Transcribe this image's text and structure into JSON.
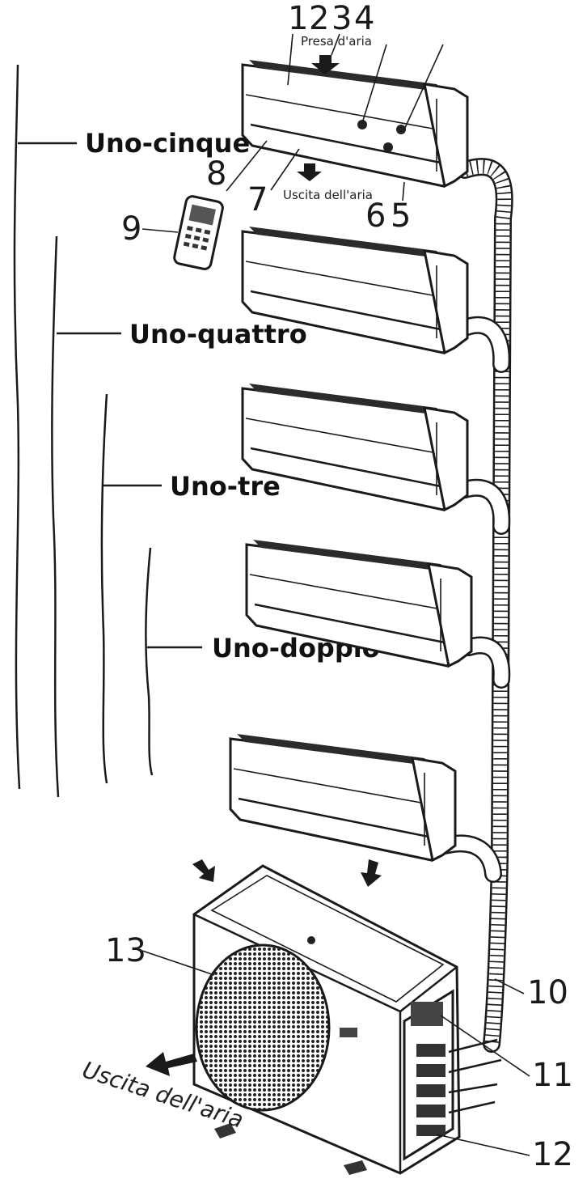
{
  "labels": {
    "n1": "1",
    "n2": "2",
    "n3": "3",
    "n4": "4",
    "n5": "5",
    "n6": "6",
    "n7": "7",
    "n8": "8",
    "n9": "9",
    "n10": "10",
    "n11": "11",
    "n12": "12",
    "n13": "13"
  },
  "annotations": {
    "air_intake": "Presa d'aria",
    "air_outlet_indoor": "Uscita dell'aria",
    "air_outlet_outdoor": "Uscita dell'aria"
  },
  "configurations": [
    "Uno-cinque",
    "Uno-quattro",
    "Uno-tre",
    "Uno-doppio"
  ]
}
